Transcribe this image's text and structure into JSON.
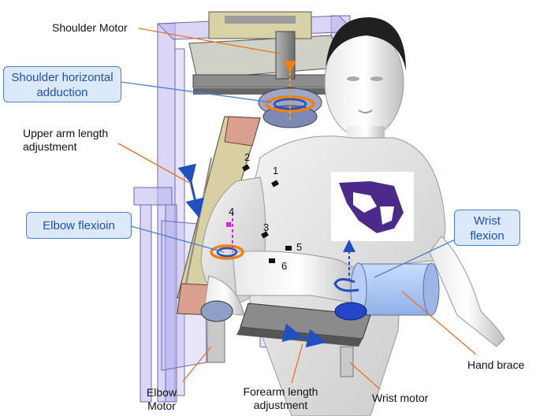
{
  "labels": {
    "shoulder_motor": "Shoulder Motor",
    "shoulder_horizontal_adduction_line1": "Shoulder horizontal",
    "shoulder_horizontal_adduction_line2": "adduction",
    "upper_arm_length_line1": "Upper arm length",
    "upper_arm_length_line2": "adjustment",
    "elbow_flexion": "Elbow flexioin",
    "wrist_flexion_line1": "Wrist",
    "wrist_flexion_line2": "flexion",
    "hand_brace": "Hand brace",
    "elbow_motor_line1": "Elbow",
    "elbow_motor_line2": "Motor",
    "forearm_length_line1": "Forearm length",
    "forearm_length_line2": "adjustment",
    "wrist_motor": "Wrist motor"
  },
  "markers": [
    "1",
    "2",
    "3",
    "4",
    "5",
    "6"
  ],
  "colors": {
    "callout_line": "#f07020",
    "box_border": "#4a7fd0",
    "box_fill": "#dce9fb",
    "box_text": "#1f4fc4",
    "rotation_arrow_orange": "#f08010",
    "rotation_arrow_blue": "#2050c0",
    "logo_purple": "#4b2a8c",
    "frame": "#8e8ad0"
  },
  "icons": [
    "wildcat-logo"
  ]
}
